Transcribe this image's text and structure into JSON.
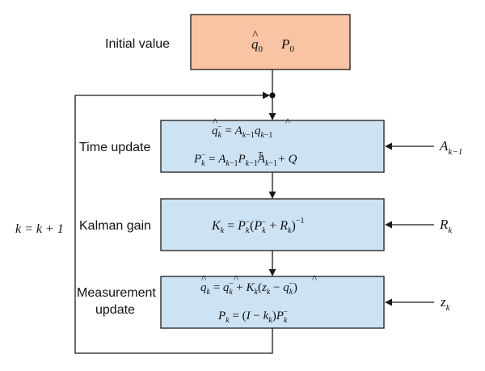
{
  "labels": {
    "initial_value": "Initial value",
    "time_update": "Time update",
    "kalman_gain": "Kalman gain",
    "measurement_line1": "Measurement",
    "measurement_line2": "update",
    "loop": "k = k + 1"
  },
  "inputs": {
    "a": "A",
    "a_sub": "k−1",
    "r": "R",
    "r_sub": "k",
    "z": "z",
    "z_sub": "k"
  },
  "colors": {
    "initial_fill": "#F8C4A3",
    "process_fill": "#CDE3F4",
    "stroke": "#1a1a1a"
  }
}
